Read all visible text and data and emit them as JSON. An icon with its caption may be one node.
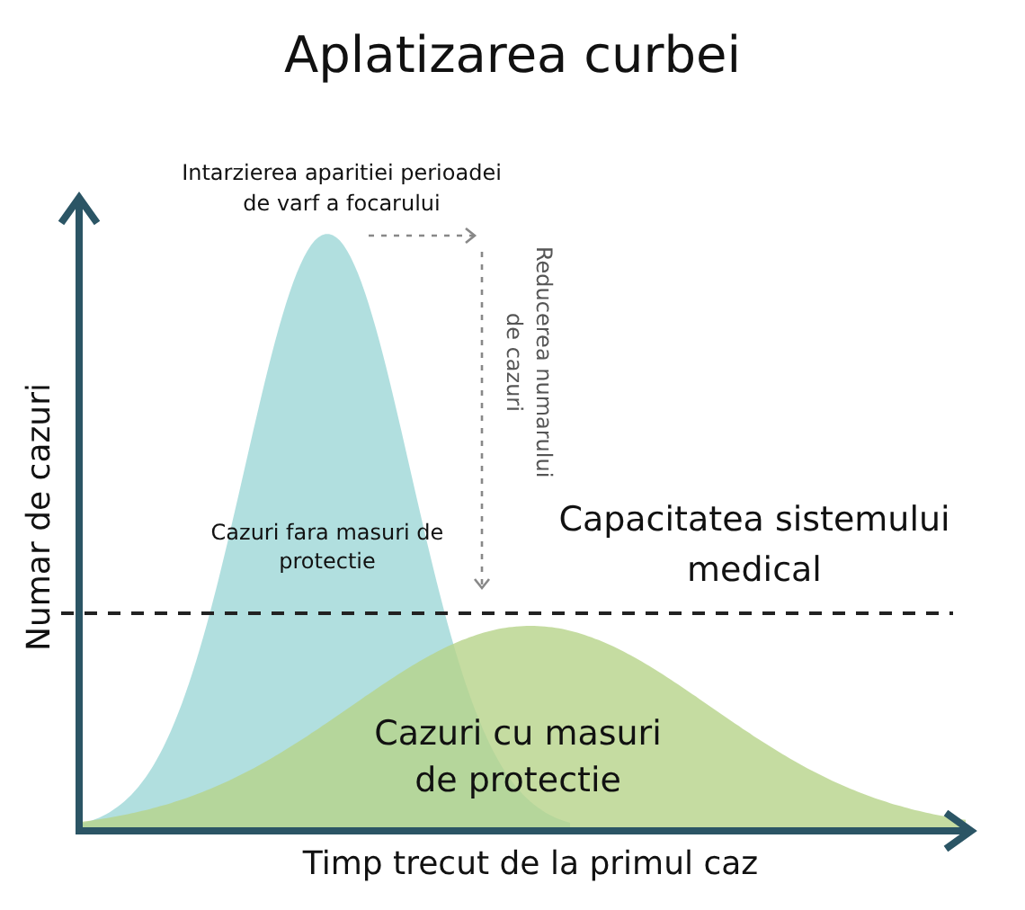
{
  "diagram": {
    "title": "Aplatizarea curbei",
    "nodes": [
      {
        "text": [
          "Cazuri fara masuri de protectie"
        ]
      },
      {
        "text": [
          "Cazuri cu masuri de protectie"
        ]
      }
    ],
    "labels": [
      "Intarzierea aparitiei perioadei de varf a focarului",
      "Reducerea numarului de cazuri",
      "Capacitatea sistemului medical",
      "Numar de cazuri",
      "Timp trecut de la primul caz"
    ]
  }
}
